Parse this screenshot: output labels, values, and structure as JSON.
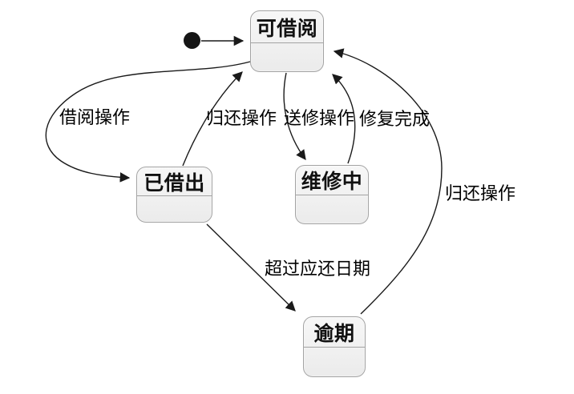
{
  "diagram": {
    "type": "uml-state-diagram",
    "title": "",
    "states": [
      {
        "id": "available",
        "label": "可借阅"
      },
      {
        "id": "borrowed",
        "label": "已借出"
      },
      {
        "id": "repairing",
        "label": "维修中"
      },
      {
        "id": "overdue",
        "label": "逾期"
      }
    ],
    "transitions": [
      {
        "from": "initial",
        "to": "available",
        "label": ""
      },
      {
        "from": "available",
        "to": "borrowed",
        "label": "借阅操作"
      },
      {
        "from": "borrowed",
        "to": "available",
        "label": "归还操作"
      },
      {
        "from": "available",
        "to": "repairing",
        "label": "送修操作"
      },
      {
        "from": "repairing",
        "to": "available",
        "label": "修复完成"
      },
      {
        "from": "borrowed",
        "to": "overdue",
        "label": "超过应还日期"
      },
      {
        "from": "overdue",
        "to": "available",
        "label": "归还操作"
      }
    ],
    "colors": {
      "state_fill": "#f0f0f0",
      "state_border": "#a3a3a3",
      "edge": "#1a1a1a",
      "text": "#000000",
      "background": "#ffffff"
    }
  }
}
